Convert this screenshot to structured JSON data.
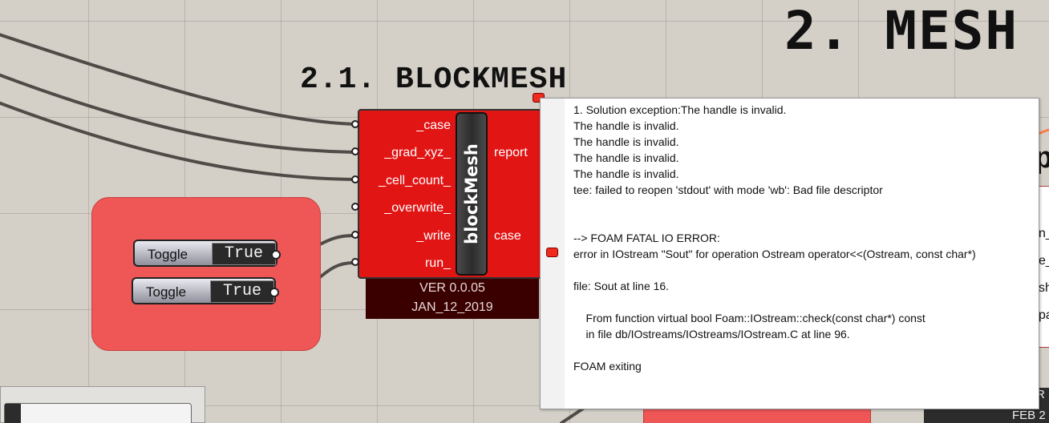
{
  "titles": {
    "main": "2. MESH",
    "sub": "2.1. BLOCKMESH"
  },
  "toggles": [
    {
      "label": "Toggle",
      "value": "True"
    },
    {
      "label": "Toggle",
      "value": "True"
    }
  ],
  "component": {
    "name": "blockMesh",
    "inputs": [
      "_case",
      "_grad_xyz_",
      "_cell_count_",
      "_overwrite_",
      "_write",
      "run_"
    ],
    "outputs": [
      "report",
      "case"
    ],
    "version": "VER 0.0.05",
    "date": "JAN_12_2019"
  },
  "error_popup": {
    "lines": [
      "1. Solution exception:The handle is invalid.",
      "The handle is invalid.",
      "The handle is invalid.",
      "The handle is invalid.",
      "The handle is invalid.",
      "tee: failed to reopen 'stdout' with mode 'wb': Bad file descriptor",
      "",
      "",
      "--> FOAM FATAL IO ERROR:",
      "error in IOstream \"Sout\" for operation Ostream operator<<(Ostream, const char*)",
      "",
      "file: Sout at line 16.",
      "",
      "    From function virtual bool Foam::IOstream::check(const char*) const",
      "    in file db/IOstreams/IOstreams/IOstream.C at line 96.",
      "",
      "FOAM exiting"
    ]
  },
  "right_partial": {
    "heading_char": "p",
    "labels": [
      "n_",
      "e_",
      "sh",
      "pa"
    ],
    "ver_char": "R",
    "date": "FEB 2"
  },
  "colors": {
    "component_red": "#e21515",
    "group_red": "#ef5656",
    "error_balloon": "#ef2b1e"
  }
}
